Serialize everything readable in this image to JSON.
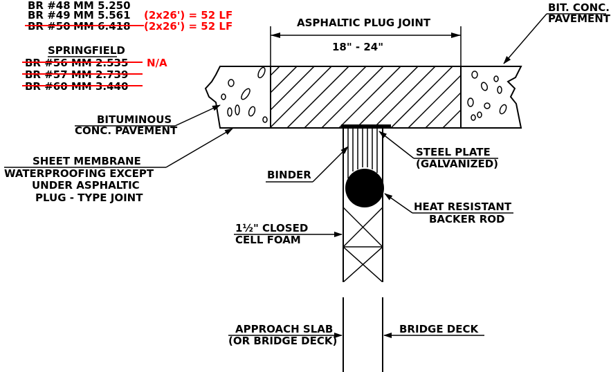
{
  "colors": {
    "ink": "#000000",
    "markup": "#ff0000"
  },
  "bridge_list_a": {
    "row1": {
      "bridge": "BR #48",
      "mm": "MM 5.250"
    },
    "row2": {
      "bridge": "BR #49",
      "mm": "MM 5.561",
      "note": "(2x26') = 52 LF"
    },
    "row3": {
      "bridge": "BR #50",
      "mm": "MM 6.418",
      "note": "(2x26') = 52 LF"
    }
  },
  "springfield": {
    "title": "SPRINGFIELD",
    "row1": "BR #56 MM 2.535",
    "row2": "BR #57 MM 2.739",
    "row3": "BR #60 MM 3.440",
    "note": "N/A"
  },
  "labels": {
    "plug_joint": "ASPHALTIC PLUG JOINT",
    "plug_width": "18\" - 24\"",
    "bit_conc_1": "BIT. CONC.",
    "bit_conc_2": "PAVEMENT",
    "bituminous_1": "BITUMINOUS",
    "bituminous_2": "CONC. PAVEMENT",
    "membrane_1": "SHEET MEMBRANE",
    "membrane_2": "WATERPROOFING EXCEPT",
    "membrane_3": "UNDER ASPHALTIC",
    "membrane_4": "PLUG - TYPE JOINT",
    "steel_1": "STEEL PLATE",
    "steel_2": "(GALVANIZED)",
    "binder": "BINDER",
    "heat_1": "HEAT RESISTANT",
    "heat_2": "BACKER ROD",
    "foam_1": "1½\" CLOSED",
    "foam_2": "CELL FOAM",
    "approach_1": "APPROACH SLAB",
    "approach_2": "(OR BRIDGE DECK)",
    "bridge_deck": "BRIDGE DECK"
  }
}
